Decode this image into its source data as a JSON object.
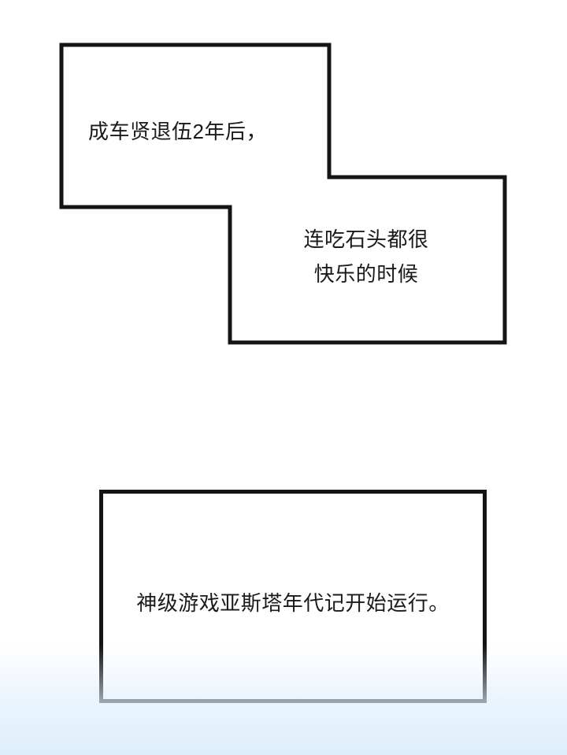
{
  "page": {
    "background_color": "#ffffff",
    "bottom_wash_color": "#deeefc",
    "ink_color": "#141414",
    "text_color": "#1a1a1a"
  },
  "panels": [
    {
      "id": "panel-stepped",
      "shape": "l-shape",
      "border_color": "#141414",
      "fill_color": "#ffffff",
      "captions": [
        {
          "id": "caption-time-skip",
          "text": "成车贤退伍2年后，",
          "align": "left"
        },
        {
          "id": "caption-happy-days",
          "text": "连吃石头都很\n快乐的时候",
          "align": "center"
        }
      ]
    },
    {
      "id": "panel-rect",
      "shape": "rectangle",
      "border_color": "#141414",
      "fill_color": "#ffffff",
      "captions": [
        {
          "id": "caption-game-start",
          "text": "神级游戏亚斯塔年代记开始运行。",
          "align": "center"
        }
      ]
    }
  ]
}
